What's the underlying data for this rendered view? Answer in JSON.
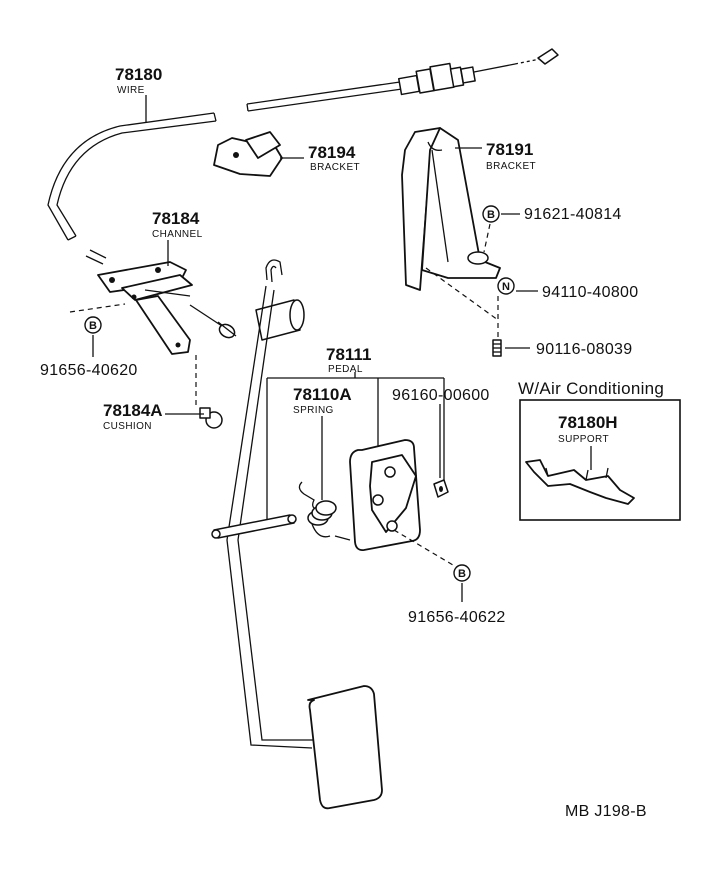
{
  "parts": {
    "wire": {
      "number": "78180",
      "name": "WIRE"
    },
    "bracket_small": {
      "number": "78194",
      "name": "BRACKET"
    },
    "bracket_large": {
      "number": "78191",
      "name": "BRACKET"
    },
    "channel": {
      "number": "78184",
      "name": "CHANNEL"
    },
    "pedal": {
      "number": "78111",
      "name": "PEDAL"
    },
    "spring": {
      "number": "78110A",
      "name": "SPRING"
    },
    "cushion": {
      "number": "78184A",
      "name": "CUSHION"
    },
    "nut_96160": {
      "number": "96160-00600"
    },
    "support": {
      "number": "78180H",
      "name": "SUPPORT"
    }
  },
  "fasteners": [
    {
      "symbol": "B",
      "number": "91621-40814"
    },
    {
      "symbol": "N",
      "number": "94110-40800"
    },
    {
      "symbol": "",
      "number": "90116-08039"
    },
    {
      "symbol": "B",
      "number": "91656-40620"
    },
    {
      "symbol": "B",
      "number": "91656-40622"
    }
  ],
  "inset": {
    "title": "W/Air Conditioning"
  },
  "diagram_code": "MB J198-B"
}
